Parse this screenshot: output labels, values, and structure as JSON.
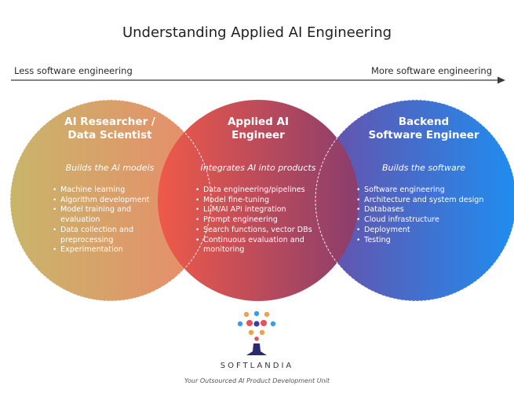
{
  "title": "Understanding Applied AI Engineering",
  "axis": {
    "left_label": "Less software engineering",
    "right_label": "More software engineering"
  },
  "colors": {
    "left_circle_start": "#c9b56a",
    "left_circle_end": "#e98a6a",
    "mid_circle_start": "#ef5a48",
    "mid_circle_end": "#8a3d6d",
    "right_circle_start": "#6a4fa8",
    "right_circle_end": "#1f8df0"
  },
  "circles": [
    {
      "title": "AI Researcher /\nData Scientist",
      "tagline": "Builds the AI models",
      "items": [
        "Machine learning",
        "Algorithm development",
        "Model training and\nevaluation",
        "Data collection and\npreprocessing",
        "Experimentation"
      ]
    },
    {
      "title": "Applied AI\nEngineer",
      "tagline": "Integrates AI into products",
      "items": [
        "Data engineering/pipelines",
        "Model fine-tuning",
        "LLM/AI API integration",
        "Prompt engineering",
        "Search functions, vector DBs",
        "Continuous evaluation and\nmonitoring"
      ]
    },
    {
      "title": "Backend\nSoftware Engineer",
      "tagline": "Builds the software",
      "items": [
        "Software engineering",
        "Architecture and system design",
        "Databases",
        "Cloud infrastructure",
        "Deployment",
        "Testing"
      ]
    }
  ],
  "brand": {
    "logo_icon": "softlandia-tree-icon",
    "name": "SOFTLANDIA",
    "tagline": "Your Outsourced AI Product Development Unit"
  }
}
